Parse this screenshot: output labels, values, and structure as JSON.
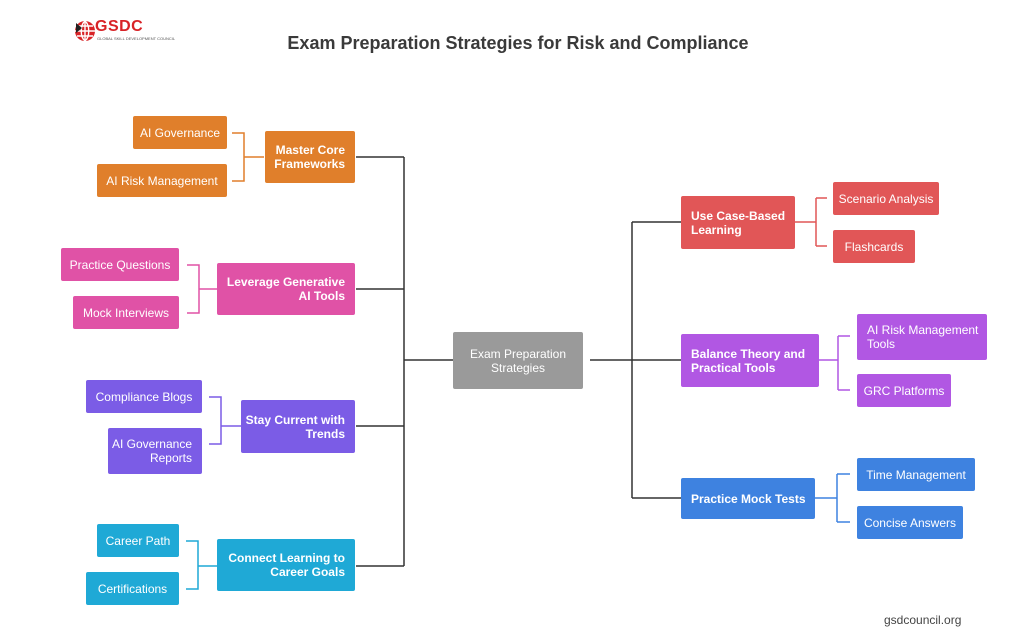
{
  "brand": {
    "logo_text": "GSDC",
    "logo_tagline": "GLOBAL SKILL DEVELOPMENT COUNCIL",
    "logo_icon": "globe-icon",
    "logo_color": "#d82327"
  },
  "title": "Exam Preparation Strategies for Risk and Compliance",
  "center": "Exam Preparation Strategies",
  "left_branches": [
    {
      "label": "Master Core Frameworks",
      "color": "#e07f2b",
      "items": [
        "AI Governance",
        "AI Risk Management"
      ]
    },
    {
      "label": "Leverage Generative AI Tools",
      "color": "#e052a6",
      "items": [
        "Practice Questions",
        "Mock Interviews"
      ]
    },
    {
      "label": "Stay Current with Trends",
      "color": "#7b5ce6",
      "items": [
        "Compliance Blogs",
        "AI Governance Reports"
      ]
    },
    {
      "label": "Connect Learning to Career Goals",
      "color": "#1fa9d6",
      "items": [
        "Career Path",
        "Certifications"
      ]
    }
  ],
  "right_branches": [
    {
      "label": "Use Case-Based Learning",
      "color": "#e15657",
      "items": [
        "Scenario Analysis",
        "Flashcards"
      ]
    },
    {
      "label": "Balance Theory and Practical Tools",
      "color": "#b157e3",
      "items": [
        "AI Risk Management Tools",
        "GRC Platforms"
      ]
    },
    {
      "label": "Practice Mock Tests",
      "color": "#3e82e0",
      "items": [
        "Time Management",
        "Concise Answers"
      ]
    }
  ],
  "footer": "gsdcouncil.org"
}
